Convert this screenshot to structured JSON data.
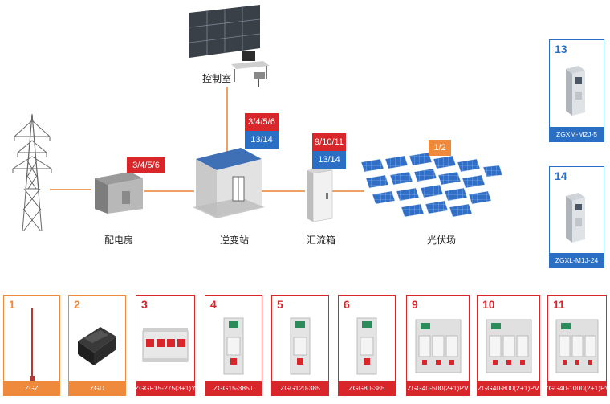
{
  "diagram": {
    "nodes": {
      "control_room": "控制室",
      "distribution_room": "配电房",
      "inverter_station": "逆变站",
      "combiner_box": "汇流箱",
      "pv_field": "光伏场"
    },
    "tags": {
      "distribution_red": "3/4/5/6",
      "inverter_red": "3/4/5/6",
      "inverter_blue": "13/14",
      "combiner_red": "9/10/11",
      "combiner_blue": "13/14",
      "pv_orange": "1/2"
    }
  },
  "side_products": [
    {
      "num": "13",
      "model": "ZGXM-M2J-5"
    },
    {
      "num": "14",
      "model": "ZGXL-M1J-24"
    }
  ],
  "products": [
    {
      "num": "1",
      "model": "ZGZ"
    },
    {
      "num": "2",
      "model": "ZGD"
    },
    {
      "num": "3",
      "model": "ZGGF15-275(3+1)Y"
    },
    {
      "num": "4",
      "model": "ZGG15-385T"
    },
    {
      "num": "5",
      "model": "ZGG120-385"
    },
    {
      "num": "6",
      "model": "ZGG80-385"
    },
    {
      "num": "9",
      "model": "ZGG40-500(2+1)PV"
    },
    {
      "num": "10",
      "model": "ZGG40-800(2+1)PV"
    },
    {
      "num": "11",
      "model": "ZGG40-1000(2+1)PV"
    }
  ],
  "colors": {
    "accent_red": "#d9262b",
    "accent_blue": "#2a6fc4",
    "accent_orange": "#ef8a3c",
    "line": "#f0a060"
  }
}
